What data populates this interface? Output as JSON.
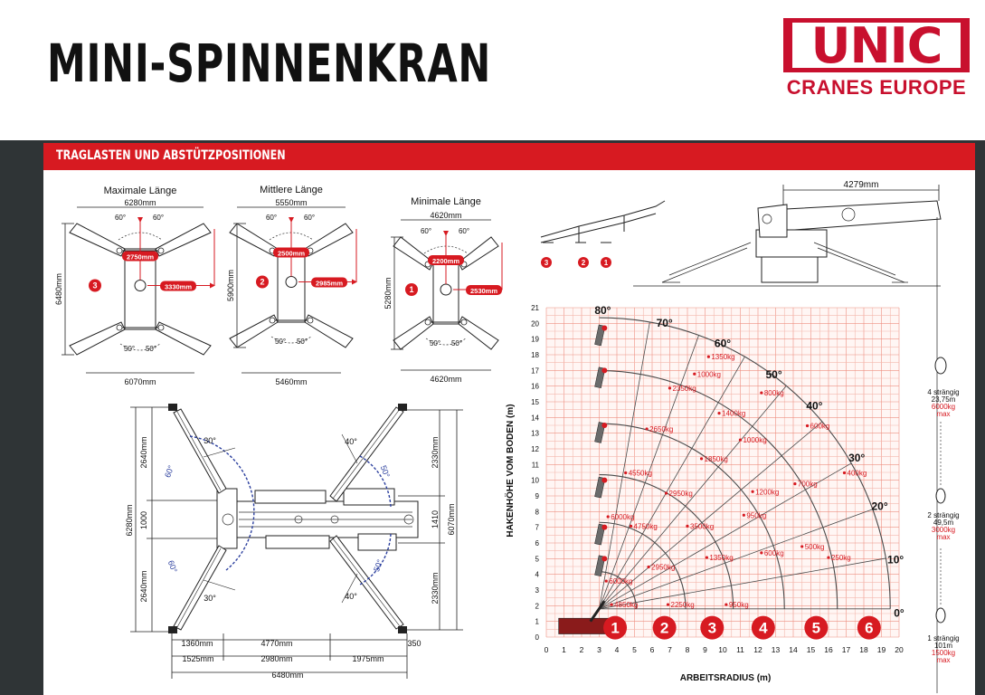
{
  "header": {
    "title": "MINI-SPINNENKRAN",
    "logo_main": "UNIC",
    "logo_sub": "CRANES EUROPE"
  },
  "section": {
    "title": "TRAGLASTEN UND ABSTÜTZPOSITIONEN"
  },
  "outriggers": [
    {
      "title": "Maximale Länge",
      "top_width": "6280mm",
      "bottom_width": "6070mm",
      "height": "6480mm",
      "length_a": "2750mm",
      "length_b": "3330mm",
      "number": "3",
      "angle_top_left": "60°",
      "angle_top_right": "60°",
      "angle_bottom_left": "50°",
      "angle_bottom_right": "50°"
    },
    {
      "title": "Mittlere Länge",
      "top_width": "5550mm",
      "bottom_width": "5460mm",
      "height": "5900mm",
      "length_a": "2500mm",
      "length_b": "2985mm",
      "number": "2",
      "angle_top_left": "60°",
      "angle_top_right": "60°",
      "angle_bottom_left": "50°",
      "angle_bottom_right": "50°"
    },
    {
      "title": "Minimale Länge",
      "top_width": "4620mm",
      "bottom_width": "4620mm",
      "height": "5280mm",
      "length_a": "2200mm",
      "length_b": "2530mm",
      "number": "1",
      "angle_top_left": "60°",
      "angle_top_right": "60°",
      "angle_bottom_left": "50°",
      "angle_bottom_right": "50°"
    }
  ],
  "plan": {
    "left_total": "6280mm",
    "left_upper": "2640mm",
    "left_center": "1000",
    "left_lower": "2640mm",
    "right_total": "6070mm",
    "right_upper": "2330mm",
    "right_center": "1410",
    "right_lower": "2330mm",
    "dim_1360": "1360mm",
    "dim_4770": "4770mm",
    "dim_350": "350",
    "dim_1525": "1525mm",
    "dim_2980": "2980mm",
    "dim_1975": "1975mm",
    "dim_6480": "6480mm",
    "ang_tl_30": "30°",
    "ang_tl_60": "60°",
    "ang_bl_60": "60°",
    "ang_bl_30": "30°",
    "ang_tr_40": "40°",
    "ang_tr_50": "50°",
    "ang_br_50": "50°",
    "ang_br_40": "40°"
  },
  "side": {
    "dim_top": "4279mm",
    "stage_numbers": [
      "3",
      "2",
      "1"
    ]
  },
  "hook_info": [
    {
      "line1": "4 strängig",
      "line2": "23,75m",
      "line3": "6000kg",
      "line4": "max"
    },
    {
      "line1": "2 strängig",
      "line2": "49,5m",
      "line3": "3000kg",
      "line4": "max"
    },
    {
      "line1": "1 strängig",
      "line2": "101m",
      "line3": "1500kg",
      "line4": "max"
    }
  ],
  "chart_data": {
    "type": "load chart",
    "ylabel": "HAKENHÖHE VOM BODEN (m)",
    "xlabel": "ARBEITSRADIUS (m)",
    "x_ticks": [
      0,
      1,
      2,
      3,
      4,
      5,
      6,
      7,
      8,
      9,
      10,
      11,
      12,
      13,
      14,
      15,
      16,
      17,
      18,
      19,
      20
    ],
    "y_ticks": [
      0,
      1,
      2,
      3,
      4,
      5,
      6,
      7,
      8,
      9,
      10,
      11,
      12,
      13,
      14,
      15,
      16,
      17,
      18,
      19,
      20,
      21
    ],
    "xlim": [
      0,
      20
    ],
    "ylim": [
      0,
      21
    ],
    "angle_labels": [
      {
        "text": "80°",
        "x": 3.2,
        "y": 20.6
      },
      {
        "text": "70°",
        "x": 6.7,
        "y": 19.8
      },
      {
        "text": "60°",
        "x": 10.0,
        "y": 18.5
      },
      {
        "text": "50°",
        "x": 12.9,
        "y": 16.5
      },
      {
        "text": "40°",
        "x": 15.2,
        "y": 14.5
      },
      {
        "text": "30°",
        "x": 17.6,
        "y": 11.2
      },
      {
        "text": "20°",
        "x": 18.9,
        "y": 8.1
      },
      {
        "text": "10°",
        "x": 19.8,
        "y": 4.7
      },
      {
        "text": "0°",
        "x": 20.0,
        "y": 1.3
      }
    ],
    "boom_stages": [
      {
        "label": "1",
        "r": 3.9
      },
      {
        "label": "2",
        "r": 6.7
      },
      {
        "label": "3",
        "r": 9.4
      },
      {
        "label": "4",
        "r": 12.3
      },
      {
        "label": "5",
        "r": 15.3
      },
      {
        "label": "6",
        "r": 18.3
      }
    ],
    "loads": [
      {
        "text": "1350kg",
        "x": 9.3,
        "y": 17.7
      },
      {
        "text": "1000kg",
        "x": 8.5,
        "y": 16.6
      },
      {
        "text": "2350kg",
        "x": 7.1,
        "y": 15.7
      },
      {
        "text": "800kg",
        "x": 12.3,
        "y": 15.4
      },
      {
        "text": "1400kg",
        "x": 9.9,
        "y": 14.1
      },
      {
        "text": "600kg",
        "x": 14.9,
        "y": 13.3
      },
      {
        "text": "2650kg",
        "x": 5.8,
        "y": 13.1
      },
      {
        "text": "1000kg",
        "x": 11.1,
        "y": 12.4
      },
      {
        "text": "1850kg",
        "x": 8.9,
        "y": 11.2
      },
      {
        "text": "400kg",
        "x": 17.0,
        "y": 10.3
      },
      {
        "text": "4550kg",
        "x": 4.6,
        "y": 10.3
      },
      {
        "text": "700kg",
        "x": 14.2,
        "y": 9.6
      },
      {
        "text": "1200kg",
        "x": 11.8,
        "y": 9.1
      },
      {
        "text": "2950kg",
        "x": 6.9,
        "y": 9.0
      },
      {
        "text": "950kg",
        "x": 11.3,
        "y": 7.6
      },
      {
        "text": "6000kg",
        "x": 3.6,
        "y": 7.5
      },
      {
        "text": "4750kg",
        "x": 4.9,
        "y": 6.9
      },
      {
        "text": "3500kg",
        "x": 8.1,
        "y": 6.9
      },
      {
        "text": "500kg",
        "x": 14.6,
        "y": 5.6
      },
      {
        "text": "600kg",
        "x": 12.3,
        "y": 5.2
      },
      {
        "text": "1350kg",
        "x": 9.2,
        "y": 4.9
      },
      {
        "text": "250kg",
        "x": 16.1,
        "y": 4.9
      },
      {
        "text": "2950kg",
        "x": 5.9,
        "y": 4.3
      },
      {
        "text": "6000kg",
        "x": 3.5,
        "y": 3.4
      },
      {
        "text": "4850kg",
        "x": 3.8,
        "y": 1.9
      },
      {
        "text": "2250kg",
        "x": 7.0,
        "y": 1.9
      },
      {
        "text": "950kg",
        "x": 10.3,
        "y": 1.9
      }
    ]
  },
  "colors": {
    "accent": "#d71a21",
    "band": "#2f3436",
    "grid": "#f4b8ad",
    "grid_major": "#ee8f80",
    "arc": "#4a4a4a"
  }
}
